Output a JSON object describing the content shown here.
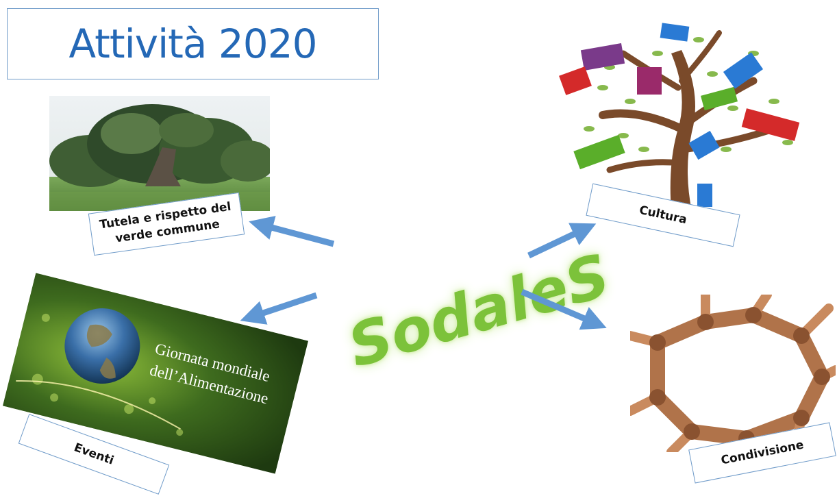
{
  "title": "Attività 2020",
  "logo": "SodaleS",
  "labels": {
    "verde": "Tutela e rispetto del verde commune",
    "cultura": "Cultura",
    "eventi": "Eventi",
    "condivisione": "Condivisione"
  },
  "event_image_text": {
    "line1": "Giornata mondiale",
    "line2": "dell’Alimentazione"
  },
  "colors": {
    "title": "#2468b6",
    "arrow": "#5f97d4",
    "logo": "#7cc23a",
    "box_border": "#6f9bc9"
  }
}
